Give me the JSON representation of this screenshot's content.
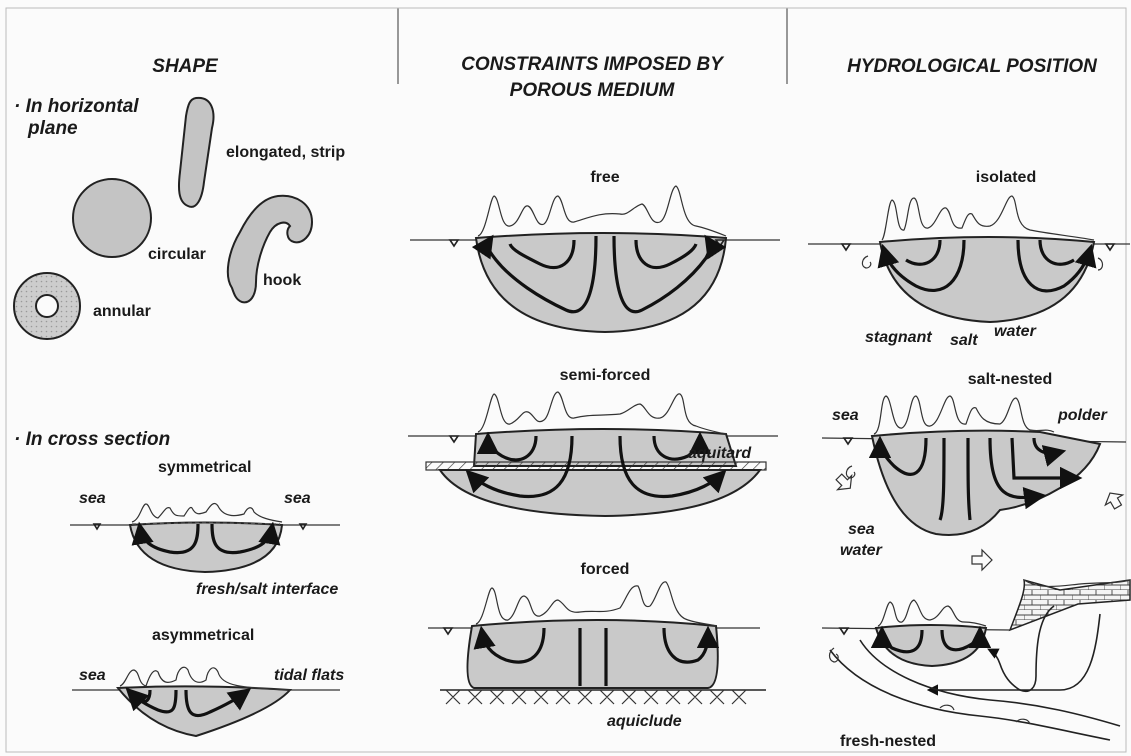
{
  "columns": {
    "shape": "SHAPE",
    "constraints_line1": "CONSTRAINTS IMPOSED BY",
    "constraints_line2": "POROUS MEDIUM",
    "hydrological": "HYDROLOGICAL POSITION"
  },
  "shape": {
    "horizontal_line1": "· In horizontal",
    "horizontal_line2": "plane",
    "elongated": "elongated, strip",
    "circular": "circular",
    "hook": "hook",
    "annular": "annular",
    "cross_section": "· In cross section",
    "symmetrical": "symmetrical",
    "sea_left": "sea",
    "sea_right": "sea",
    "interface": "fresh/salt interface",
    "asymmetrical": "asymmetrical",
    "sea_asym": "sea",
    "tidal_flats": "tidal flats"
  },
  "constraints": {
    "free": "free",
    "semi_forced": "semi-forced",
    "aquitard": "aquitard",
    "forced": "forced",
    "aquiclude": "aquiclude"
  },
  "hydro": {
    "isolated": "isolated",
    "stagnant1": "stagnant",
    "stagnant2": "salt",
    "stagnant3": "water",
    "salt_nested": "salt-nested",
    "sea": "sea",
    "polder": "polder",
    "sea_water1": "sea",
    "sea_water2": "water",
    "fresh_nested": "fresh-nested"
  },
  "colors": {
    "lens_fill": "#c9c9c9",
    "ink": "#1a1a1a",
    "background": "#fbfbfb"
  }
}
